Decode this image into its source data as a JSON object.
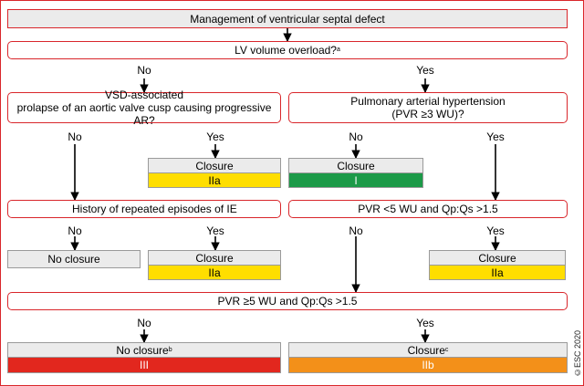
{
  "title": "Management of ventricular septal defect",
  "q_lv": {
    "text": "LV volume overload?",
    "sup": "a"
  },
  "q_aortic": {
    "line1": "VSD-associated",
    "line2": "prolapse of an aortic valve cusp causing progressive AR?"
  },
  "q_pah": {
    "line1": "Pulmonary arterial hypertension",
    "line2": "(PVR ≥3 WU)?"
  },
  "q_ie": "History of repeated episodes of IE",
  "q_pvr5": "PVR <5 WU and Qp:Qs >1.5",
  "q_pvr_ge5": "PVR ≥5 WU and Qp:Qs >1.5",
  "labels": {
    "no": "No",
    "yes": "Yes"
  },
  "rec_aortic_yes": {
    "text": "Closure",
    "class": "IIa",
    "color": "#ffde00"
  },
  "rec_pah_no": {
    "text": "Closure",
    "class": "I",
    "color": "#1c9a48"
  },
  "rec_ie_no": {
    "text": "No closure"
  },
  "rec_ie_yes": {
    "text": "Closure",
    "class": "IIa",
    "color": "#ffde00"
  },
  "rec_pvr5_yes": {
    "text": "Closure",
    "class": "IIa",
    "color": "#ffde00"
  },
  "rec_final_no": {
    "text": "No closure",
    "sup": "b",
    "class": "III",
    "color": "#e2271e"
  },
  "rec_final_yes": {
    "text": "Closure",
    "sup": "c",
    "class": "IIb",
    "color": "#f39019"
  },
  "copyright": "©ESC 2020"
}
